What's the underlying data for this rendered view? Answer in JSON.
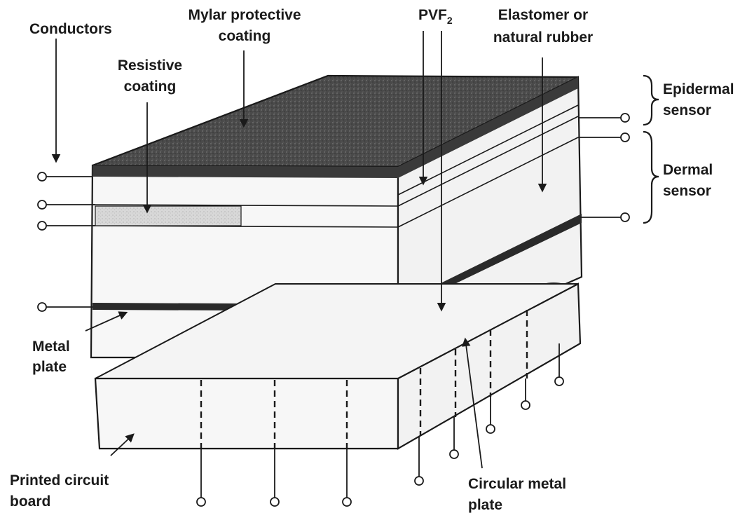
{
  "labels": {
    "conductors": "Conductors",
    "mylar_line1": "Mylar protective",
    "mylar_line2": "coating",
    "resistive_line1": "Resistive",
    "resistive_line2": "coating",
    "pvf_main": "PVF",
    "pvf_sub": "2",
    "elastomer_line1": "Elastomer or",
    "elastomer_line2": "natural rubber",
    "epidermal_line1": "Epidermal",
    "epidermal_line2": "sensor",
    "dermal_line1": "Dermal",
    "dermal_line2": "sensor",
    "metal_plate_line1": "Metal",
    "metal_plate_line2": "plate",
    "pcb_line1": "Printed circuit",
    "pcb_line2": "board",
    "circular_line1": "Circular metal",
    "circular_line2": "plate"
  }
}
